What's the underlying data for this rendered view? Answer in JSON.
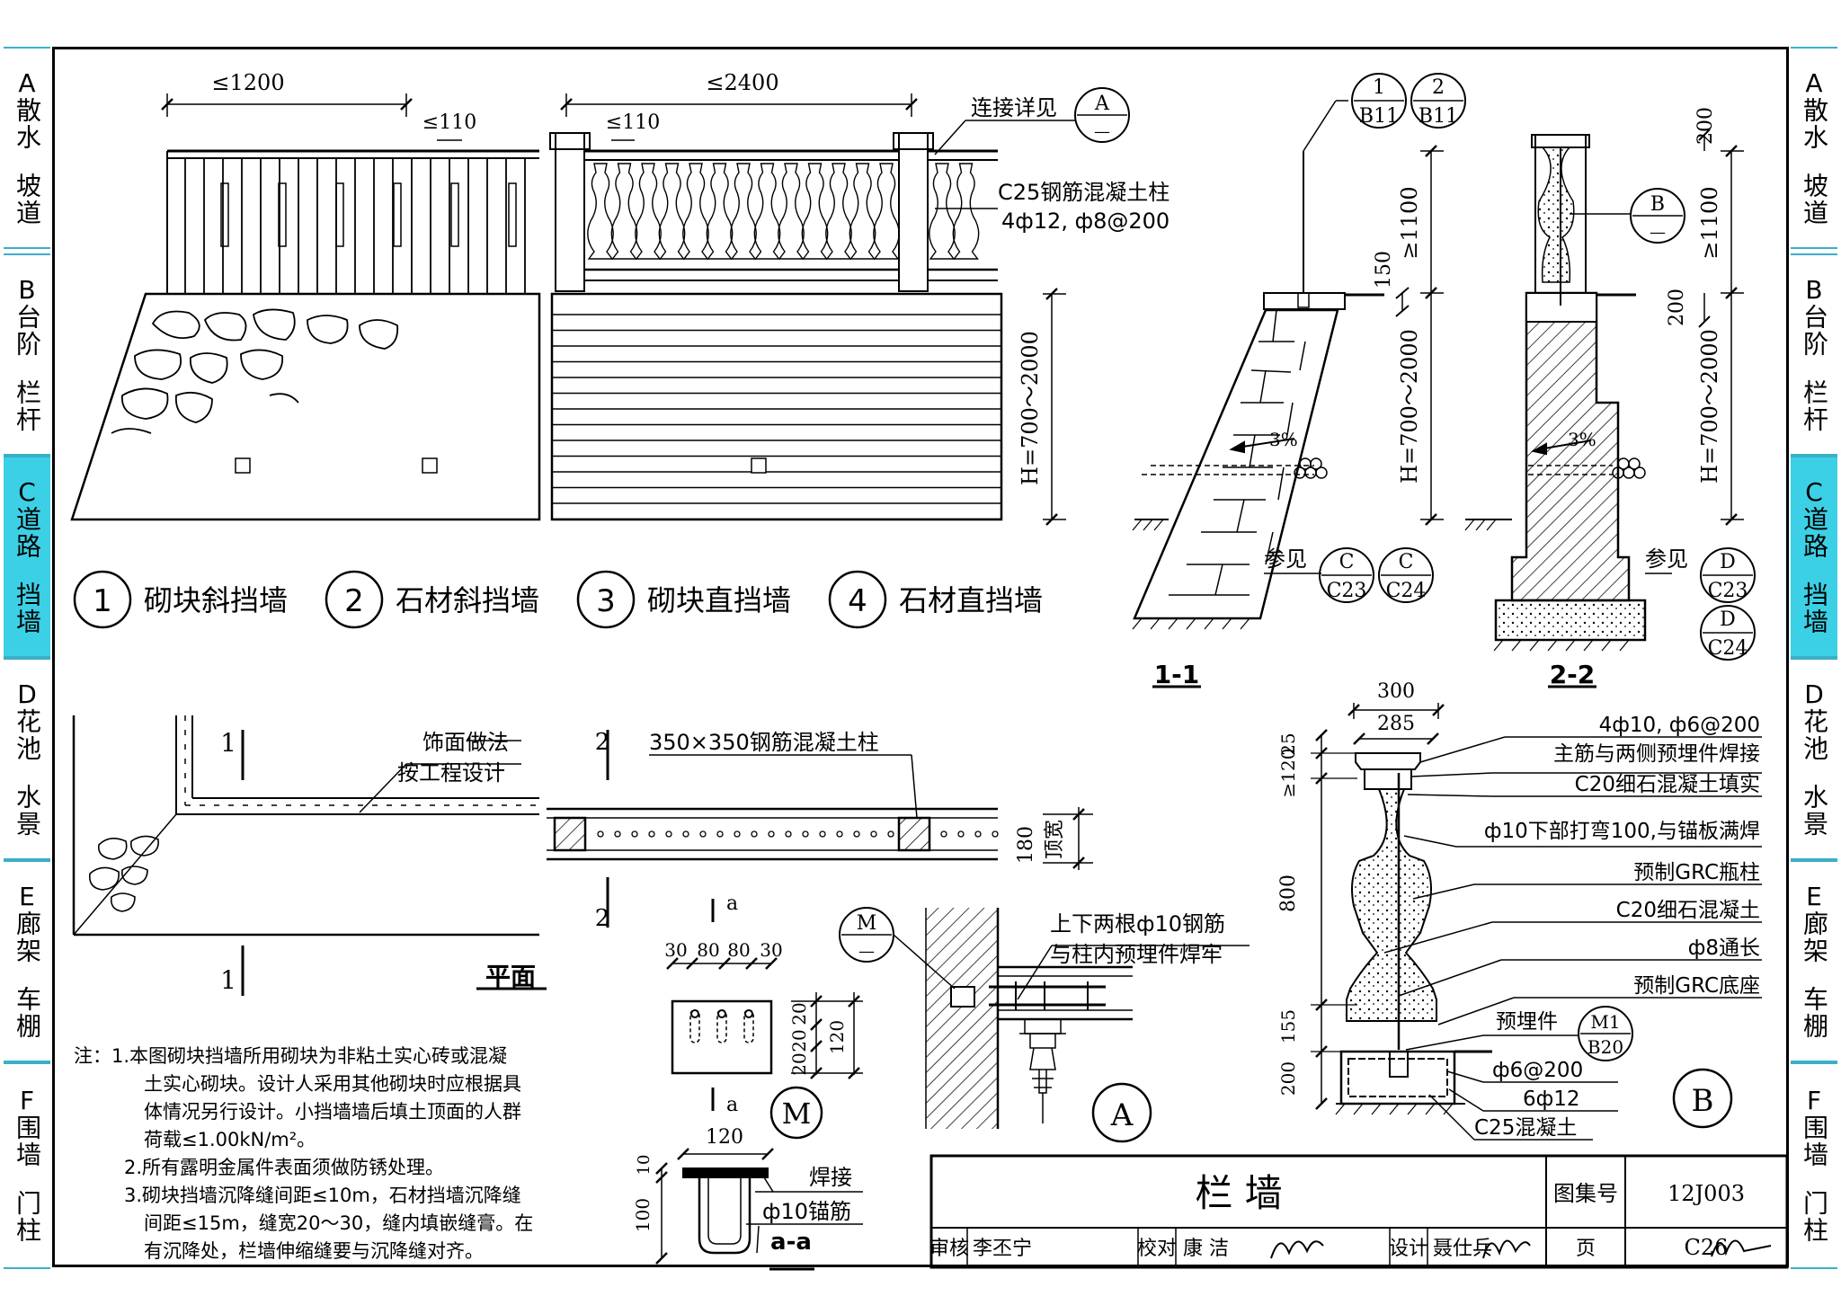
{
  "side_tabs": [
    {
      "letter": "A",
      "top": "散水",
      "bottom": "坡道",
      "active": false
    },
    {
      "letter": "B",
      "top": "台阶",
      "bottom": "栏杆",
      "active": false
    },
    {
      "letter": "C",
      "top": "道路",
      "bottom": "挡墙",
      "active": true
    },
    {
      "letter": "D",
      "top": "花池",
      "bottom": "水景",
      "active": false
    },
    {
      "letter": "E",
      "top": "廊架",
      "bottom": "车棚",
      "active": false
    },
    {
      "letter": "F",
      "top": "围墙",
      "bottom": "门柱",
      "active": false
    }
  ],
  "elevation": {
    "dim_left": "≤1200",
    "dim_left_small": "≤110",
    "dim_right": "≤2400",
    "dim_right_small": "≤110",
    "conn_label": "连接详见",
    "conn_ref": "A",
    "conn_ref_sub": "—",
    "column_label_1": "C25钢筋混凝土柱",
    "column_label_2": "4ф12, ф8@200",
    "height_dim": "H=700～2000"
  },
  "legend": [
    {
      "num": "1",
      "label": "砌块斜挡墙"
    },
    {
      "num": "2",
      "label": "石材斜挡墙"
    },
    {
      "num": "3",
      "label": "砌块直挡墙"
    },
    {
      "num": "4",
      "label": "石材直挡墙"
    }
  ],
  "section_11": {
    "ref1_top": "1",
    "ref1_bot": "B11",
    "ref2_top": "2",
    "ref2_bot": "B11",
    "dim_150": "150",
    "dim_1100": "≥1100",
    "dim_h": "H=700～2000",
    "slope": "3%",
    "see": "参见",
    "ref3_top": "C",
    "ref3_bot": "C23",
    "ref4_top": "C",
    "ref4_bot": "C24",
    "title": "1-1"
  },
  "section_22": {
    "dim_200_top": "200",
    "dim_1100": "≥1100",
    "dim_200": "200",
    "dim_h": "H=700～2000",
    "slope": "3%",
    "ref_b": "B",
    "ref_b_sub": "—",
    "see": "参见",
    "ref3_top": "D",
    "ref3_bot": "C23",
    "ref4_top": "D",
    "ref4_bot": "C24",
    "title": "2-2"
  },
  "plan": {
    "cut1": "1",
    "cut2": "2",
    "finish_1": "饰面做法",
    "finish_2": "按工程设计",
    "column": "350×350钢筋混凝土柱",
    "dim_180": "180",
    "dim_top": "顶宽",
    "title": "平面"
  },
  "detail_m": {
    "cut": "a",
    "dims_top": [
      "30",
      "80",
      "80",
      "30"
    ],
    "dims_side": [
      "20",
      "20",
      "20",
      "120"
    ],
    "label": "M",
    "aa_dim": "120",
    "aa_10": "10",
    "aa_100": "100",
    "weld": "焊接",
    "anchor": "ф10锚筋",
    "aa_title": "a-a"
  },
  "detail_a": {
    "m_ref": "M",
    "m_sub": "—",
    "line1": "上下两根ф10钢筋",
    "line2": "与柱内预埋件焊牢",
    "label": "A"
  },
  "detail_b": {
    "dim_300": "300",
    "dim_285": "285",
    "dims_v": [
      "25",
      "≥120",
      "800",
      "155",
      "200"
    ],
    "callouts": [
      "4ф10, ф6@200",
      "主筋与两侧预埋件焊接",
      "C20细石混凝土填实",
      "ф10下部打弯100,与锚板满焊",
      "预制GRC瓶柱",
      "C20细石混凝土",
      "ф8通长",
      "预制GRC底座"
    ],
    "embed": "预埋件",
    "embed_ref_top": "M1",
    "embed_ref_bot": "B20",
    "bottom_callouts": [
      "ф6@200",
      "6ф12",
      "C25混凝土"
    ],
    "label": "B"
  },
  "notes": {
    "head": "注：",
    "items": [
      "1.本图砌块挡墙所用砌块为非粘土实心砖或混凝",
      "土实心砌块。设计人采用其他砌块时应根据具",
      "体情况另行设计。小挡墙墙后填土顶面的人群",
      "荷载≤1.00kN/m²。",
      "2.所有露明金属件表面须做防锈处理。",
      "3.砌块挡墙沉降缝间距≤10m，石材挡墙沉降缝",
      "间距≤15m，缝宽20～30，缝内填嵌缝膏。在",
      "有沉降处，栏墙伸缩缝要与沉降缝对齐。"
    ]
  },
  "title_block": {
    "name": "栏   墙",
    "atlas_label": "图集号",
    "atlas_no": "12J003",
    "review": "审核",
    "reviewer": "李丕宁",
    "check": "校对",
    "checker": "康 洁",
    "design": "设计",
    "designer": "聂仕兵",
    "page_label": "页",
    "page_no": "C26"
  }
}
